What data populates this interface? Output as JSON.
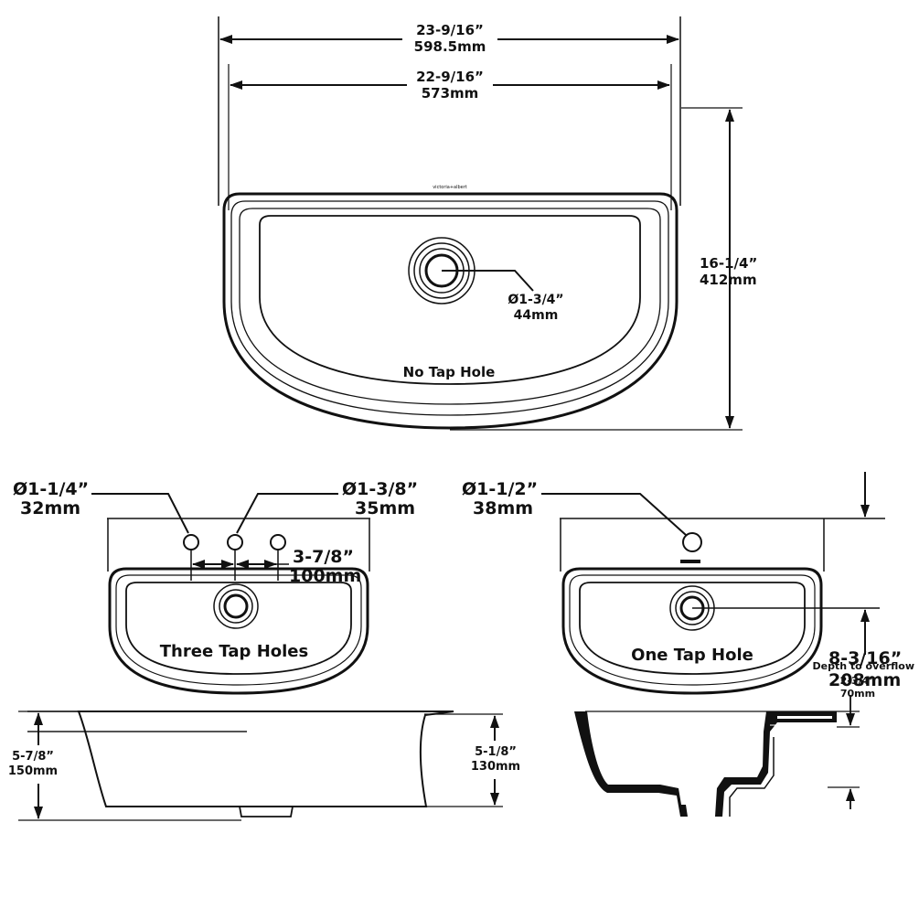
{
  "top_view": {
    "overall_width_in": "23-9/16”",
    "overall_width_mm": "598.5mm",
    "inner_width_in": "22-9/16”",
    "inner_width_mm": "573mm",
    "depth_in": "16-1/4”",
    "depth_mm": "412mm",
    "waste_dia_in": "Ø1-3/4”",
    "waste_dia_mm": "44mm",
    "variant_label": "No Tap Hole",
    "brand_mark": "victoria+albert"
  },
  "three_tap_view": {
    "left_hole_in": "Ø1-1/4”",
    "left_hole_mm": "32mm",
    "mid_hole_in": "Ø1-3/8”",
    "mid_hole_mm": "35mm",
    "spacing_in": "3-7/8”",
    "spacing_mm": "100mm",
    "variant_label": "Three Tap Holes"
  },
  "one_tap_view": {
    "hole_in": "Ø1-1/2”",
    "hole_mm": "38mm",
    "offset_in": "8-3/16”",
    "offset_mm": "208mm",
    "variant_label": "One Tap Hole"
  },
  "side_view": {
    "height_in": "5-7/8”",
    "height_mm": "150mm",
    "bowl_in": "5-1/8”",
    "bowl_mm": "130mm"
  },
  "section_view": {
    "overflow_title": "Depth to overflow",
    "overflow_in": "2-3/4”",
    "overflow_mm": "70mm"
  }
}
